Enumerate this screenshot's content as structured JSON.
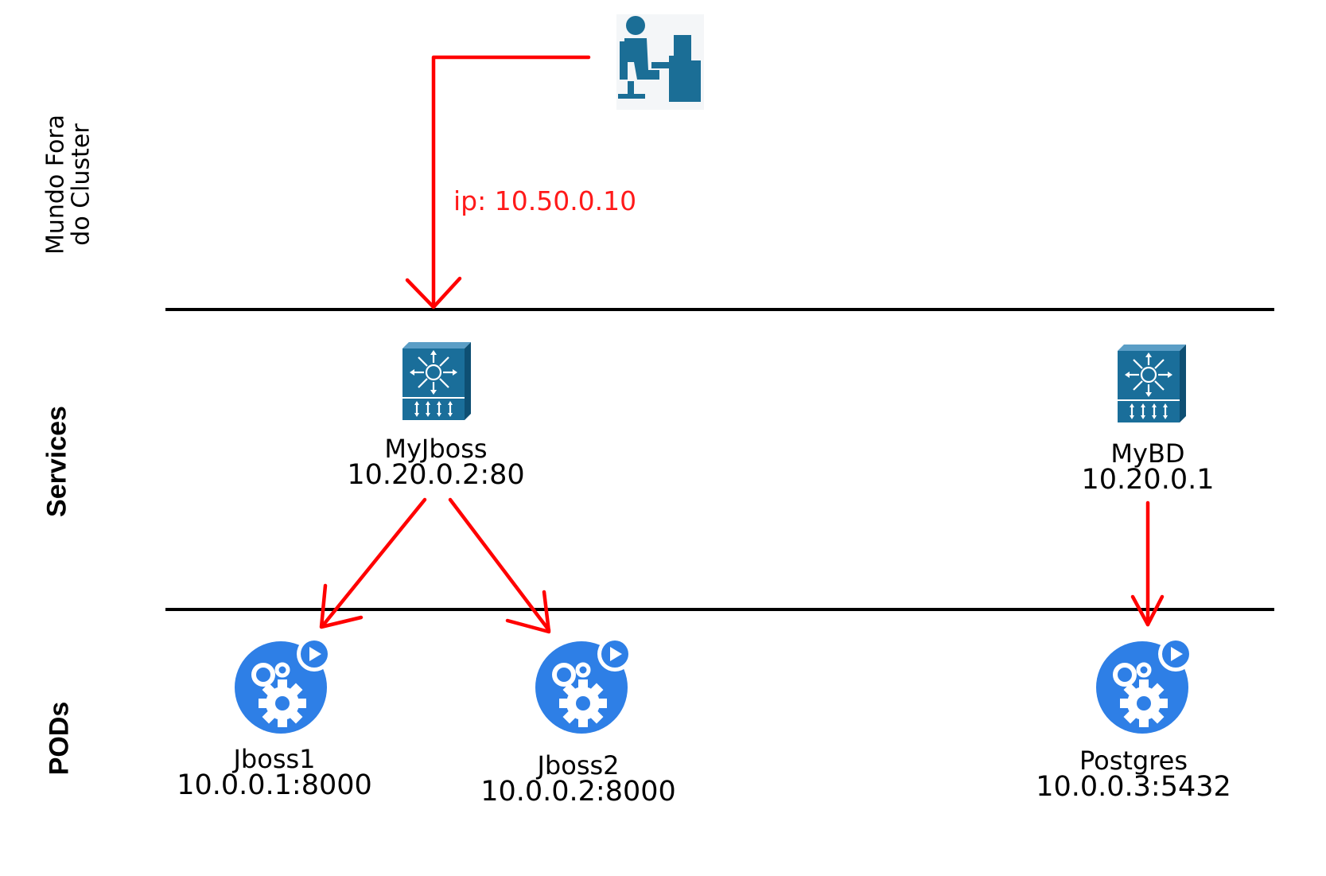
{
  "zones": {
    "outside_line1": "Mundo Fora",
    "outside_line2": "do Cluster",
    "services": "Services",
    "pods": "PODs"
  },
  "external_link": {
    "label": "ip: 10.50.0.10"
  },
  "services": [
    {
      "name": "MyJboss",
      "address": "10.20.0.2:80"
    },
    {
      "name": "MyBD",
      "address": "10.20.0.1"
    }
  ],
  "pods": [
    {
      "name": "Jboss1",
      "address": "10.0.0.1:8000"
    },
    {
      "name": "Jboss2",
      "address": "10.0.0.2:8000"
    },
    {
      "name": "Postgres",
      "address": "10.0.0.3:5432"
    }
  ],
  "icons": {
    "client": "user-at-computer-icon",
    "service": "network-switch-icon",
    "pod": "pod-gears-icon"
  },
  "colors": {
    "arrow": "#ff0000",
    "divider": "#000000",
    "service_icon": "#1a6e9a",
    "pod_icon": "#2e7fe6",
    "client_icon": "#1b6e96"
  }
}
